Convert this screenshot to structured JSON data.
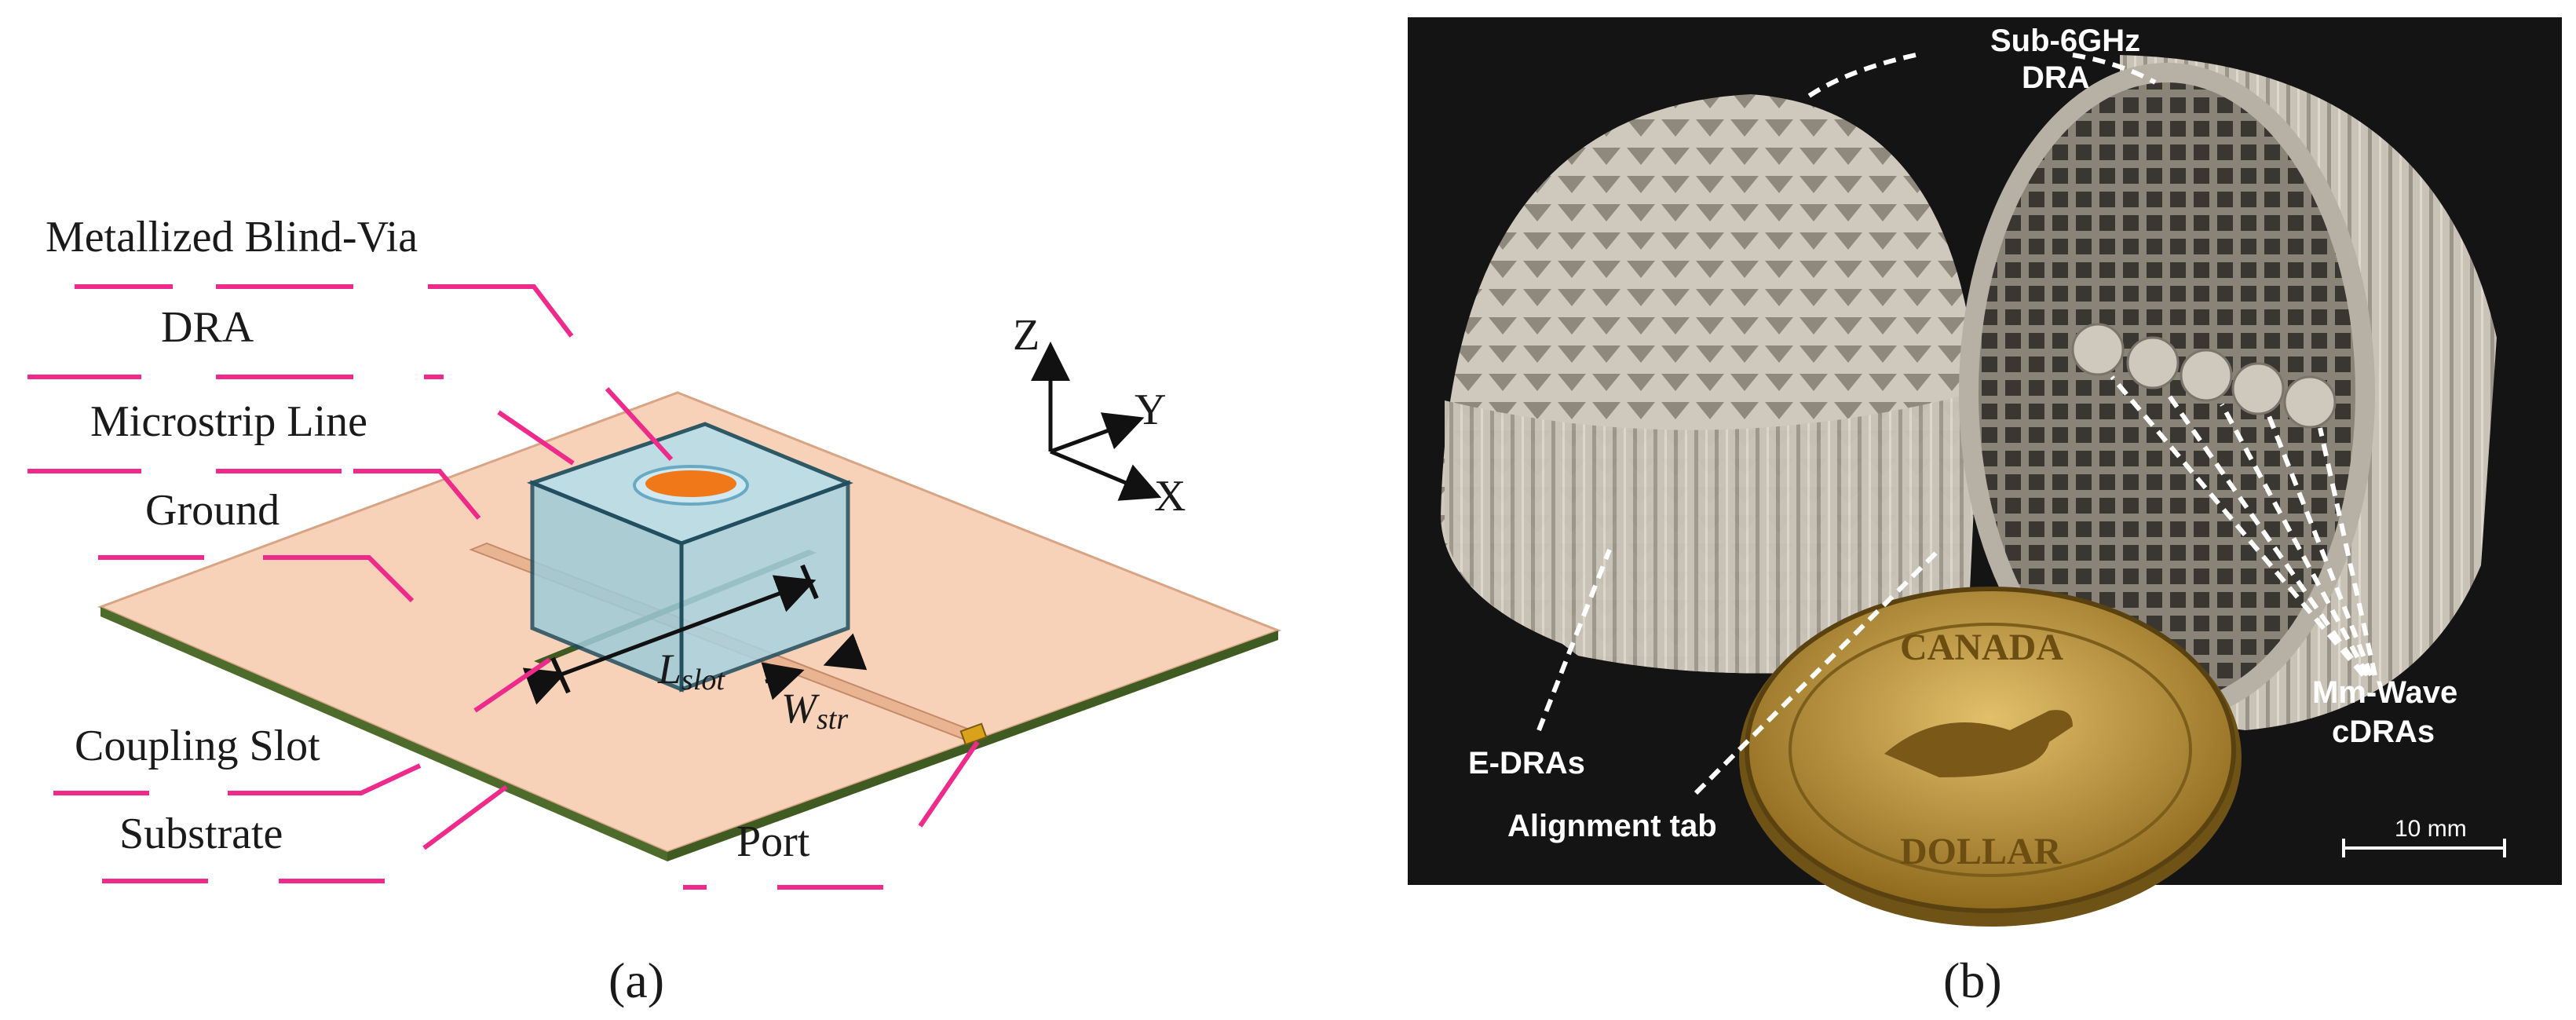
{
  "panel_a": {
    "caption": "(a)",
    "labels": {
      "via": "Metallized Blind-Via",
      "dra": "DRA",
      "microstrip": "Microstrip Line",
      "ground": "Ground",
      "slot": "Coupling Slot",
      "substrate": "Substrate",
      "port": "Port"
    },
    "axes": {
      "z": "Z",
      "y": "Y",
      "x": "X"
    },
    "dims": {
      "lslot_main": "L",
      "lslot_sub": "slot",
      "wstr_main": "W",
      "wstr_sub": "str"
    },
    "colors": {
      "leader": "#ee2a8a",
      "board": "#f7d2b8",
      "board_edge": "#4d6b2a",
      "dra_fill": "#a9d3e0",
      "dra_edge": "#1f4e5f",
      "via": "#f07818",
      "port": "#d9a21a"
    }
  },
  "panel_b": {
    "caption": "(b)",
    "labels": {
      "sub6": "Sub-6GHz",
      "dra": "DRA",
      "edras": "E-DRAs",
      "alignment": "Alignment tab",
      "mmwave": "Mm-Wave",
      "cdras": "cDRAs",
      "scale": "10 mm",
      "coin_top": "CANADA",
      "coin_bottom": "DOLLAR"
    },
    "colors": {
      "background": "#141414",
      "ceramic": "#c9c2b6",
      "coin": "#c49a3c"
    }
  }
}
